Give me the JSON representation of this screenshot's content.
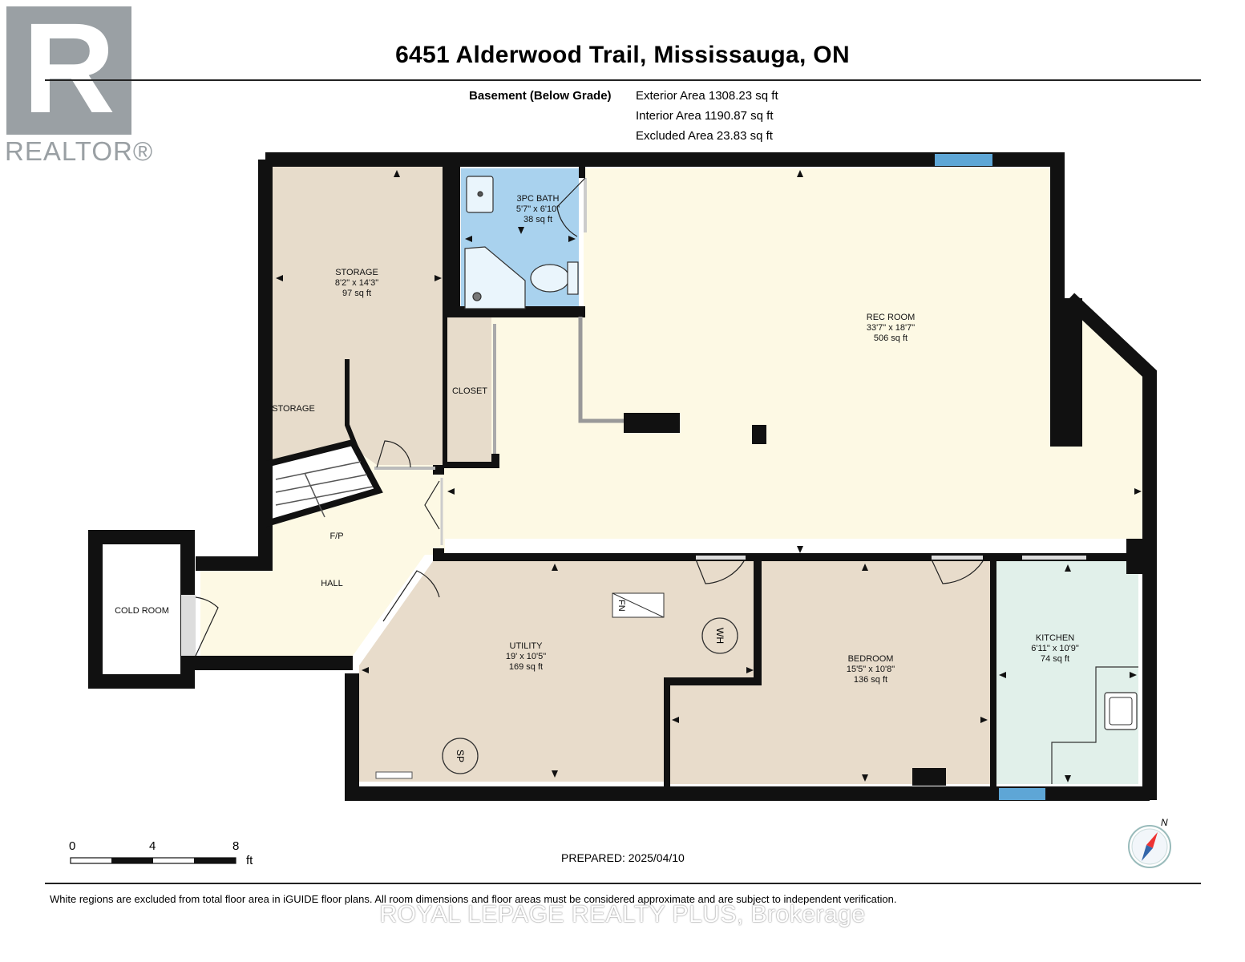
{
  "header": {
    "title": "6451 Alderwood Trail, Mississauga, ON"
  },
  "area_summary": {
    "floor_label": "Basement (Below Grade)",
    "exterior": "Exterior Area 1308.23 sq ft",
    "interior": "Interior Area 1190.87 sq ft",
    "excluded": "Excluded Area 23.83 sq ft"
  },
  "logo": {
    "mark": "R",
    "wordmark": "REALTOR®"
  },
  "rooms": {
    "storage": {
      "name": "STORAGE",
      "dims": "8'2\" x 14'3\"",
      "area": "97 sq ft"
    },
    "storage_small": {
      "name": "STORAGE"
    },
    "bath": {
      "name": "3PC BATH",
      "dims": "5'7\" x 6'10\"",
      "area": "38 sq ft"
    },
    "rec_room": {
      "name": "REC ROOM",
      "dims": "33'7\" x 18'7\"",
      "area": "506 sq ft"
    },
    "closet": {
      "name": "CLOSET"
    },
    "fp": {
      "name": "F/P"
    },
    "hall": {
      "name": "HALL"
    },
    "cold_room": {
      "name": "COLD ROOM"
    },
    "utility": {
      "name": "UTILITY",
      "dims": "19' x 10'5\"",
      "area": "169 sq ft"
    },
    "bedroom": {
      "name": "BEDROOM",
      "dims": "15'5\" x 10'8\"",
      "area": "136 sq ft"
    },
    "kitchen": {
      "name": "KITCHEN",
      "dims": "6'11\" x 10'9\"",
      "area": "74 sq ft"
    }
  },
  "fixtures": {
    "furnace": "FN",
    "water_heater": "WH",
    "sump_pump": "SP"
  },
  "scale": {
    "labels": [
      "0",
      "4",
      "8"
    ],
    "unit": "ft"
  },
  "compass": {
    "north": "N"
  },
  "footer": {
    "prepared": "PREPARED: 2025/04/10",
    "disclaimer": "White regions are excluded from total floor area in iGUIDE floor plans. All room dimensions and floor areas must be considered approximate and are subject to independent verification.",
    "brokerage": "ROYAL LEPAGE REALTY PLUS, Brokerage"
  },
  "colors": {
    "wall": "#111111",
    "storage_fill": "#e7dccb",
    "bath_fill": "#a9d2ee",
    "rec_fill": "#fdf9e4",
    "utility_fill": "#e8dccb",
    "kitchen_fill": "#e1f0ea",
    "window": "#5ea6d6"
  }
}
